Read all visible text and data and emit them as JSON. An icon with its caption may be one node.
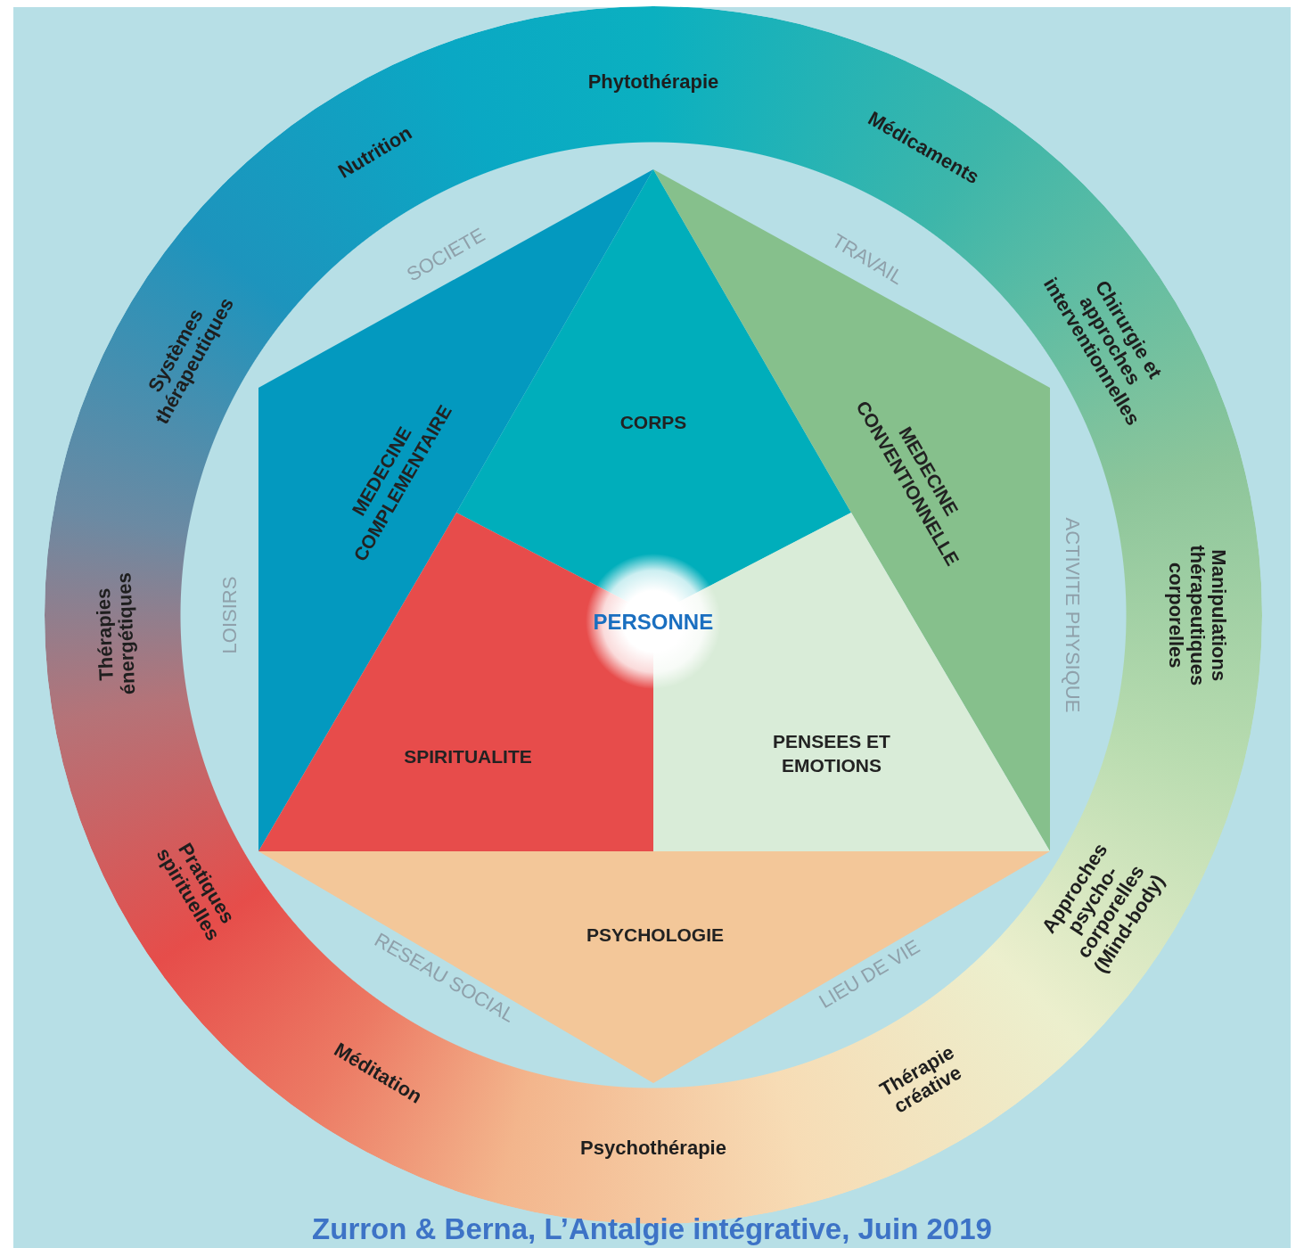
{
  "diagram": {
    "caption": "Zurron & Berna, L’Antalgie intégrative, Juin 2019",
    "nodes": [
      {
        "text": [
          "MEDECINE COMPLEMENTAIRE"
        ]
      },
      {
        "text": [
          "CORPS"
        ]
      },
      {
        "text": [
          "MEDECINE CONVENTIONNELLE"
        ]
      },
      {
        "text": [
          "SPIRITUALITE"
        ]
      },
      {
        "text": [
          "PENSEES ET EMOTIONS"
        ]
      },
      {
        "text": [
          "PSYCHOLOGIE"
        ]
      },
      {
        "text": [
          "PERSONNE"
        ]
      }
    ],
    "labels": [
      "Phytothérapie",
      "Médicaments",
      "Chirurgie et approches interventionnelles",
      "Manipulations thérapeutiques corporelles",
      "Approches psycho-corporelles (Mind-body)",
      "Thérapie créative",
      "Psychothérapie",
      "Méditation",
      "Pratiques spirituelles",
      "Thérapies énergétiques",
      "Systèmes thérapeutiques",
      "Nutrition",
      "SOCIETE",
      "TRAVAIL",
      "ACTIVITE PHYSIQUE",
      "LIEU DE VIE",
      "RESEAU SOCIAL",
      "LOISIRS"
    ]
  }
}
